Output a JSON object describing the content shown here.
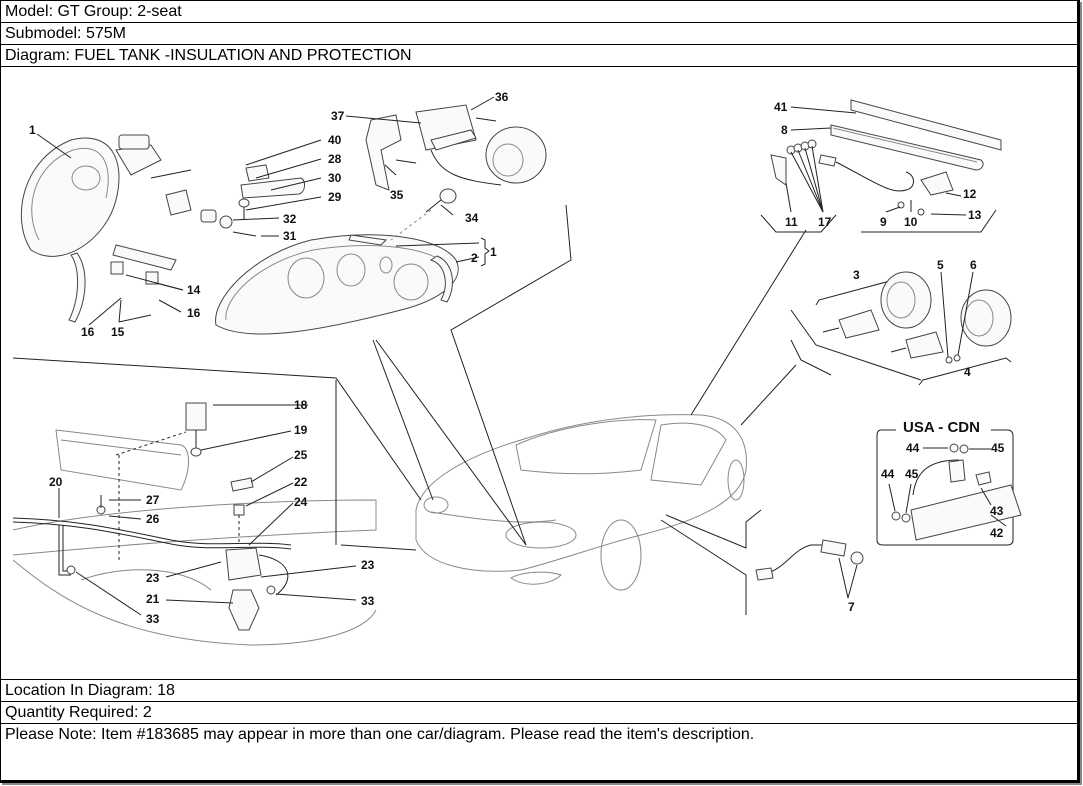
{
  "header": {
    "model_line": "Model: GT Group: 2-seat",
    "submodel_line": "Submodel: 575M",
    "diagram_line": "Diagram: FUEL TANK -INSULATION AND PROTECTION"
  },
  "diagram": {
    "description": "Exploded parts diagram: headlights, washer pump and reservoir, third brake light, fog lamps, side markers around a car outline",
    "inset_title": "USA - CDN",
    "callouts": {
      "c1a": "1",
      "c1b": "1",
      "c2": "2",
      "c3": "3",
      "c4": "4",
      "c5": "5",
      "c6": "6",
      "c7": "7",
      "c8": "8",
      "c9": "9",
      "c10": "10",
      "c11": "11",
      "c12": "12",
      "c13": "13",
      "c14": "14",
      "c15": "15",
      "c16a": "16",
      "c16b": "16",
      "c17": "17",
      "c18": "18",
      "c19": "19",
      "c20": "20",
      "c21": "21",
      "c22": "22",
      "c23a": "23",
      "c23b": "23",
      "c24": "24",
      "c25": "25",
      "c26": "26",
      "c27": "27",
      "c28": "28",
      "c29": "29",
      "c30": "30",
      "c31": "31",
      "c32": "32",
      "c33a": "33",
      "c33b": "33",
      "c34": "34",
      "c35": "35",
      "c36": "36",
      "c37": "37",
      "c40": "40",
      "c41": "41",
      "c42": "42",
      "c43": "43",
      "c44a": "44",
      "c44b": "44",
      "c45a": "45",
      "c45b": "45"
    }
  },
  "footer": {
    "location_line": "Location In Diagram: 18",
    "quantity_line": "Quantity Required: 2",
    "note_line": "Please Note: Item #183685 may appear in more than one car/diagram. Please read the item's description."
  }
}
